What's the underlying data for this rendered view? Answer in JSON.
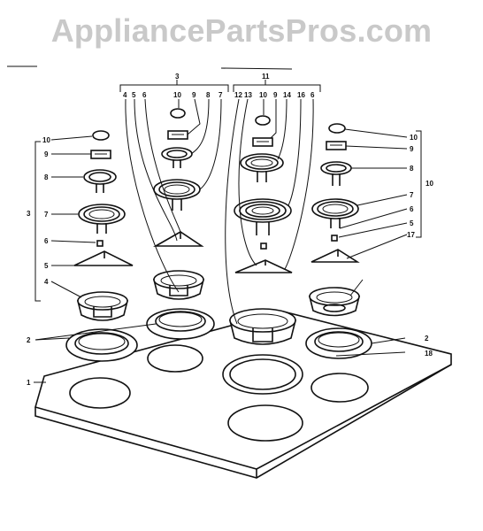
{
  "watermark": "AppliancePartsPros.com",
  "callouts": {
    "group_left": "3",
    "group_center": "11",
    "group_right": "10",
    "top_left_row": [
      "4",
      "5",
      "6",
      "10",
      "9",
      "8",
      "7"
    ],
    "top_center_row": [
      "12",
      "13",
      "10",
      "9",
      "14",
      "16",
      "6"
    ],
    "left_column": [
      "10",
      "9",
      "8",
      "7",
      "6",
      "5",
      "4"
    ],
    "left_brace": "3",
    "right_column": [
      "10",
      "9",
      "8",
      "7",
      "6",
      "5",
      "17"
    ],
    "two_left": "2",
    "two_right": "2",
    "eighteen": "18",
    "one": "1"
  }
}
